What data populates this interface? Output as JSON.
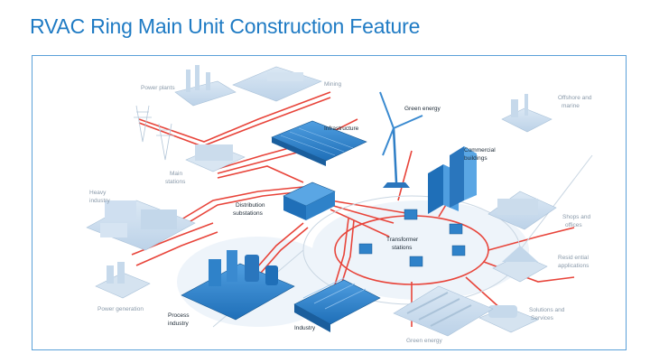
{
  "page": {
    "title": "RVAC Ring Main Unit Construction Feature"
  },
  "diagram": {
    "labels": {
      "power_plants": "Power plants",
      "mining": "Mining",
      "green_energy_top": "Green energy",
      "offshore_1": "Offshore and",
      "offshore_2": "marine",
      "main_stations_1": "Main",
      "main_stations_2": "stations",
      "infrastructure": "Infrastructure",
      "commercial_1": "Commercial",
      "commercial_2": "buildings",
      "heavy_1": "Heavy",
      "heavy_2": "industry",
      "distribution_1": "Distribution",
      "distribution_2": "substations",
      "transformer_1": "Transformer",
      "transformer_2": "stations",
      "shops_1": "Shops and",
      "shops_2": "offices",
      "residential_1": "Resid ential",
      "residential_2": "applications",
      "power_generation": "Power generation",
      "process_1": "Process",
      "process_2": "industry",
      "industry": "Industry",
      "solutions_1": "Solutions and",
      "solutions_2": "Services",
      "green_energy_bottom": "Green energy"
    },
    "colors": {
      "accent": "#1f7bc4",
      "line": "#e8443a",
      "building": "#3a8ad0",
      "faded": "#c8dcee"
    }
  }
}
